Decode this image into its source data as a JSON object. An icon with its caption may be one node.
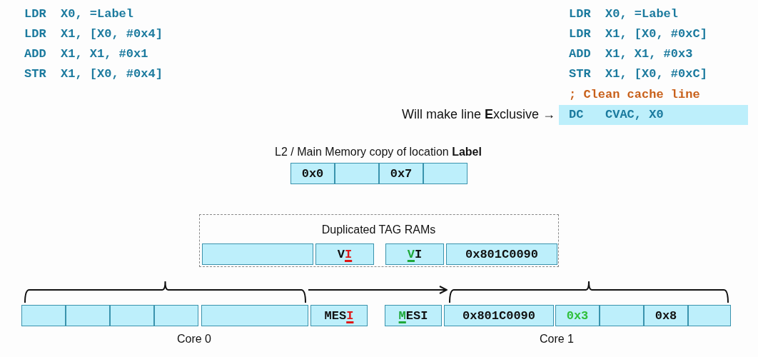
{
  "diagram": {
    "nodes": [
      {
        "text": [
          "DC   CVAC, X0"
        ],
        "beside": [
          "Will make line **E**xclusive →"
        ]
      },
      {
        "text": [
          "L2 / Main Memory copy of location **Label**"
        ]
      },
      {
        "text": [
          "0x0"
        ],
        "in": 1
      },
      {
        "text": [],
        "shape": "box",
        "in": 1
      },
      {
        "text": [
          "0x7"
        ],
        "in": 1
      },
      {
        "text": [],
        "shape": "box",
        "in": 1
      },
      {
        "text": [
          "Duplicated TAG RAMs"
        ]
      },
      {
        "text": [],
        "shape": "box",
        "in": 6
      },
      {
        "text": [
          "VI"
        ],
        "in": 6
      },
      {
        "text": [
          "VI"
        ],
        "in": 6
      },
      {
        "text": [
          "0x801C0090"
        ],
        "in": 6
      },
      {
        "text": [
          "Core 0"
        ]
      },
      {
        "text": [],
        "shape": "box",
        "in": 11
      },
      {
        "text": [],
        "shape": "box",
        "in": 11
      },
      {
        "text": [],
        "shape": "box",
        "in": 11
      },
      {
        "text": [],
        "shape": "box",
        "in": 11
      },
      {
        "text": [],
        "shape": "box",
        "in": 11
      },
      {
        "text": [
          "MESI"
        ]
      },
      {
        "text": [
          "MESI"
        ]
      },
      {
        "text": [
          "Core 1"
        ]
      },
      {
        "text": [
          "0x801C0090"
        ],
        "in": 19
      },
      {
        "text": [
          "0x3"
        ],
        "in": 19
      },
      {
        "text": [],
        "shape": "box",
        "in": 19
      },
      {
        "text": [
          "0x8"
        ],
        "in": 19
      },
      {
        "text": [],
        "shape": "box",
        "in": 19
      }
    ],
    "edges": [
      {
        "from": 11,
        "to": 19,
        "arrow": "to"
      }
    ],
    "labels": [
      "LDR  X0, =Label",
      "LDR  X1, [X0, #0x4]",
      "ADD  X1, X1, #0x1",
      "STR  X1, [X0, #0x4]",
      "LDR  X0, =Label",
      "LDR  X1, [X0, #0xC]",
      "ADD  X1, X1, #0x3",
      "STR  X1, [X0, #0xC]",
      "; Clean cache line"
    ]
  }
}
